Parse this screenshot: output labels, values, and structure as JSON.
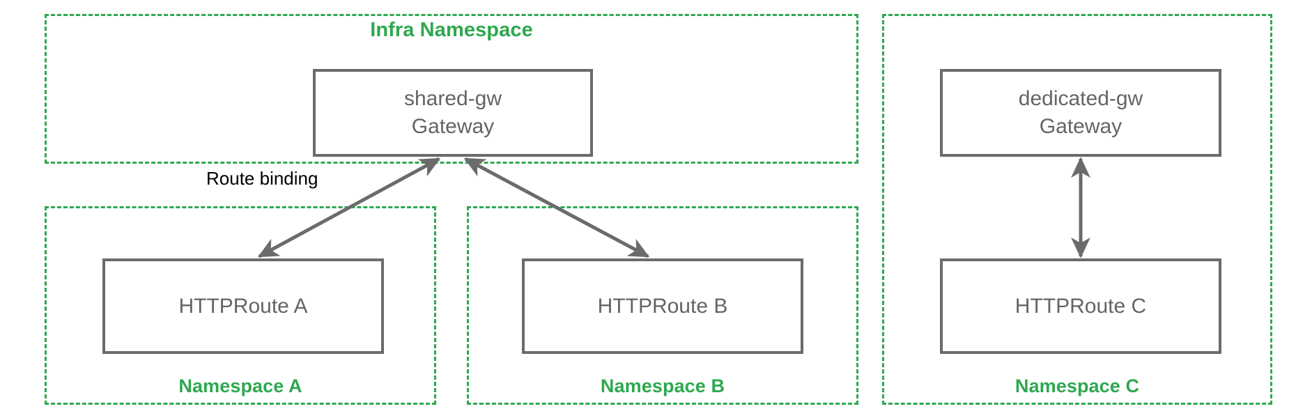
{
  "diagram": {
    "title_visible": false,
    "colors": {
      "namespace_border": "#2ea84f",
      "namespace_label": "#2ea84f",
      "box_border": "#6b6b6b",
      "box_text": "#646464",
      "arrow": "#6b6b6b",
      "edge_label": "#000000",
      "background": "#ffffff"
    },
    "namespaces": [
      {
        "id": "infra",
        "label": "Infra Namespace",
        "label_position": "top-center"
      },
      {
        "id": "namespace-a",
        "label": "Namespace A",
        "label_position": "bottom-center"
      },
      {
        "id": "namespace-b",
        "label": "Namespace B",
        "label_position": "bottom-center"
      },
      {
        "id": "namespace-c",
        "label": "Namespace C",
        "label_position": "bottom-center"
      }
    ],
    "nodes": [
      {
        "id": "shared-gw",
        "name": "shared-gw",
        "kind": "Gateway",
        "namespace": "infra"
      },
      {
        "id": "dedicated-gw",
        "name": "dedicated-gw",
        "kind": "Gateway",
        "namespace": "namespace-c"
      },
      {
        "id": "httproute-a",
        "name": "HTTPRoute A",
        "kind": "HTTPRoute",
        "namespace": "namespace-a"
      },
      {
        "id": "httproute-b",
        "name": "HTTPRoute B",
        "kind": "HTTPRoute",
        "namespace": "namespace-b"
      },
      {
        "id": "httproute-c",
        "name": "HTTPRoute C",
        "kind": "HTTPRoute",
        "namespace": "namespace-c"
      }
    ],
    "edges": [
      {
        "from": "shared-gw",
        "to": "httproute-a",
        "label": "Route binding",
        "arrows": "both"
      },
      {
        "from": "shared-gw",
        "to": "httproute-b",
        "label": "",
        "arrows": "both"
      },
      {
        "from": "dedicated-gw",
        "to": "httproute-c",
        "label": "",
        "arrows": "both"
      }
    ],
    "labels": {
      "route_binding": "Route binding"
    }
  }
}
